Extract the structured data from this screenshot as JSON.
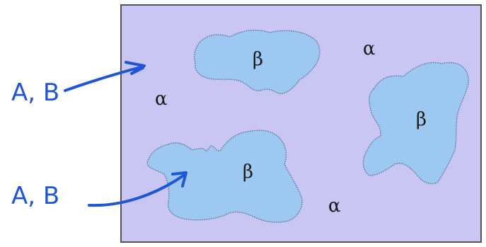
{
  "diagram": {
    "colors": {
      "matrix_fill": "#c9c6f3",
      "matrix_border": "#555555",
      "precipitate_fill": "#9cc8f2",
      "precipitate_edge": "#6e86a8",
      "annotation": "#1f56d6"
    },
    "matrix_labels": [
      "α",
      "α",
      "α"
    ],
    "precipitate_labels": [
      "β",
      "β",
      "β"
    ],
    "annotations": [
      {
        "text": "A, B"
      },
      {
        "text": "A, B"
      }
    ]
  }
}
